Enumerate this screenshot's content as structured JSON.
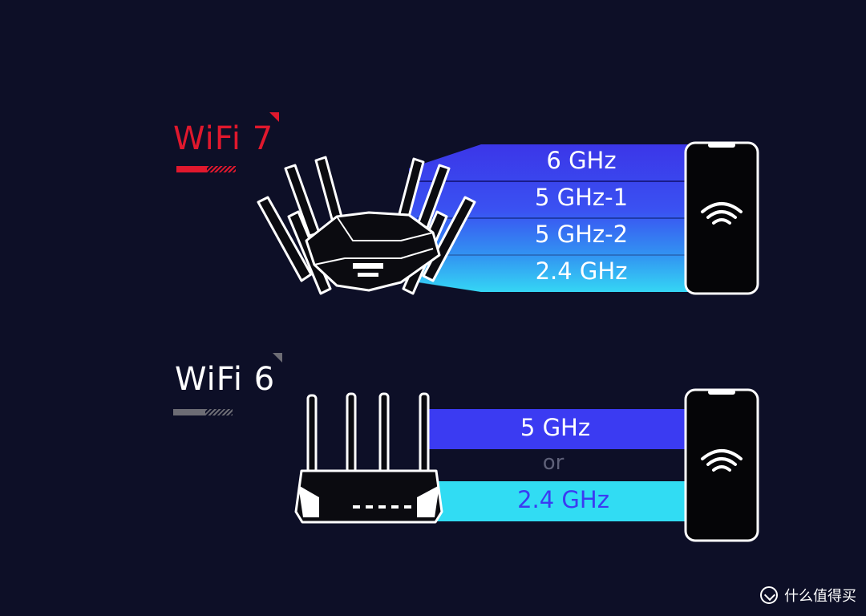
{
  "colors": {
    "background": "#0d0f27",
    "wifi7_accent": "#e0182d",
    "wifi6_gray": "#6c6c74",
    "band_violet": "#3b3bf2",
    "band_cyan": "#31dcf3",
    "or_text": "#5e6078",
    "band_24_text_wifi6": "#3b3bf2"
  },
  "wifi7": {
    "title": "WiFi 7",
    "bands": [
      "6 GHz",
      "5 GHz-1",
      "5 GHz-2",
      "2.4 GHz"
    ]
  },
  "wifi6": {
    "title": "WiFi 6",
    "band_top": "5 GHz",
    "or_text": "or",
    "band_bottom": "2.4 GHz"
  },
  "icons": {
    "router_wifi7": "router-8-antenna-icon",
    "router_wifi6": "router-4-antenna-icon",
    "phone": "smartphone-icon",
    "wifi": "wifi-signal-icon"
  },
  "watermark": {
    "text": "什么值得买"
  }
}
